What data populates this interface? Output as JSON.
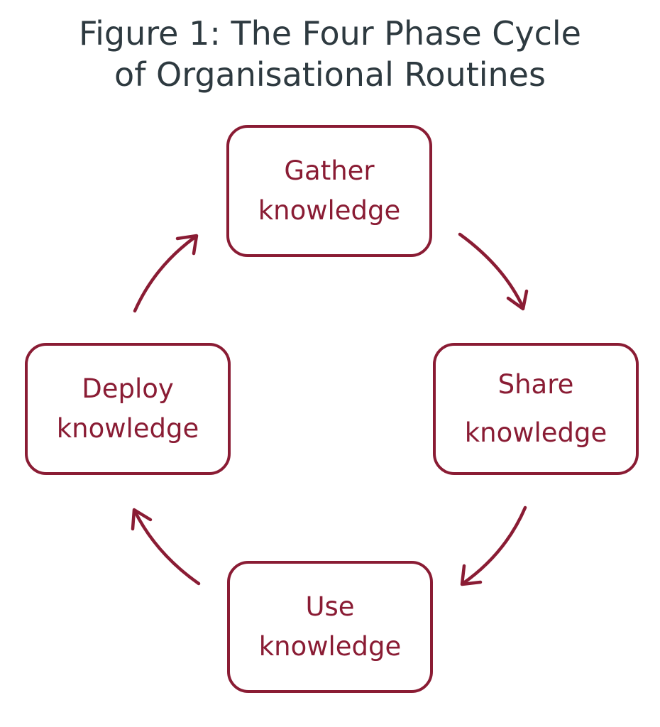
{
  "title": {
    "line1": "Figure 1: The Four Phase Cycle",
    "line2": "of Organisational Routines"
  },
  "phases": [
    {
      "line1": "Gather",
      "line2": "knowledge"
    },
    {
      "line1": "Share",
      "line2": "knowledge"
    },
    {
      "line1": "Use",
      "line2": "knowledge"
    },
    {
      "line1": "Deploy",
      "line2": "knowledge"
    }
  ],
  "colors": {
    "accent": "#8a1c34",
    "title": "#2e3a40",
    "background": "#ffffff"
  },
  "icons": {
    "arrows": [
      "arrow-right-down-icon",
      "arrow-left-down-icon",
      "arrow-left-up-icon",
      "arrow-right-up-icon"
    ]
  }
}
